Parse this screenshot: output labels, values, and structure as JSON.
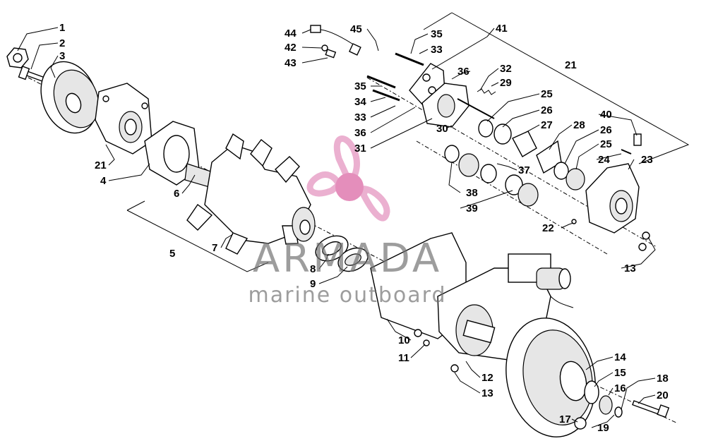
{
  "watermark": {
    "brand": "ARMADA",
    "tagline": "marine outboard",
    "logo_color": "#e8a3c8",
    "logo_hub_color": "#e07bb0"
  },
  "callouts": [
    {
      "id": "c1",
      "label": "1"
    },
    {
      "id": "c2",
      "label": "2"
    },
    {
      "id": "c3",
      "label": "3"
    },
    {
      "id": "c21a",
      "label": "21"
    },
    {
      "id": "c4",
      "label": "4"
    },
    {
      "id": "c6",
      "label": "6"
    },
    {
      "id": "c5",
      "label": "5"
    },
    {
      "id": "c7",
      "label": "7"
    },
    {
      "id": "c8",
      "label": "8"
    },
    {
      "id": "c9",
      "label": "9"
    },
    {
      "id": "c44",
      "label": "44"
    },
    {
      "id": "c42",
      "label": "42"
    },
    {
      "id": "c43",
      "label": "43"
    },
    {
      "id": "c45",
      "label": "45"
    },
    {
      "id": "c35a",
      "label": "35"
    },
    {
      "id": "c33a",
      "label": "33"
    },
    {
      "id": "c41",
      "label": "41"
    },
    {
      "id": "c21b",
      "label": "21"
    },
    {
      "id": "c36a",
      "label": "36"
    },
    {
      "id": "c32",
      "label": "32"
    },
    {
      "id": "c29",
      "label": "29"
    },
    {
      "id": "c35b",
      "label": "35"
    },
    {
      "id": "c34",
      "label": "34"
    },
    {
      "id": "c33b",
      "label": "33"
    },
    {
      "id": "c36b",
      "label": "36"
    },
    {
      "id": "c31",
      "label": "31"
    },
    {
      "id": "c30",
      "label": "30"
    },
    {
      "id": "c25a",
      "label": "25"
    },
    {
      "id": "c26a",
      "label": "26"
    },
    {
      "id": "c27",
      "label": "27"
    },
    {
      "id": "c28",
      "label": "28"
    },
    {
      "id": "c40",
      "label": "40"
    },
    {
      "id": "c26b",
      "label": "26"
    },
    {
      "id": "c25b",
      "label": "25"
    },
    {
      "id": "c24",
      "label": "24"
    },
    {
      "id": "c23",
      "label": "23"
    },
    {
      "id": "c37",
      "label": "37"
    },
    {
      "id": "c38",
      "label": "38"
    },
    {
      "id": "c39",
      "label": "39"
    },
    {
      "id": "c22",
      "label": "22"
    },
    {
      "id": "c13a",
      "label": "13"
    },
    {
      "id": "c10",
      "label": "10"
    },
    {
      "id": "c11",
      "label": "11"
    },
    {
      "id": "c12",
      "label": "12"
    },
    {
      "id": "c13b",
      "label": "13"
    },
    {
      "id": "c14",
      "label": "14"
    },
    {
      "id": "c15",
      "label": "15"
    },
    {
      "id": "c16",
      "label": "16"
    },
    {
      "id": "c18",
      "label": "18"
    },
    {
      "id": "c20",
      "label": "20"
    },
    {
      "id": "c17",
      "label": "17"
    },
    {
      "id": "c19",
      "label": "19"
    }
  ]
}
